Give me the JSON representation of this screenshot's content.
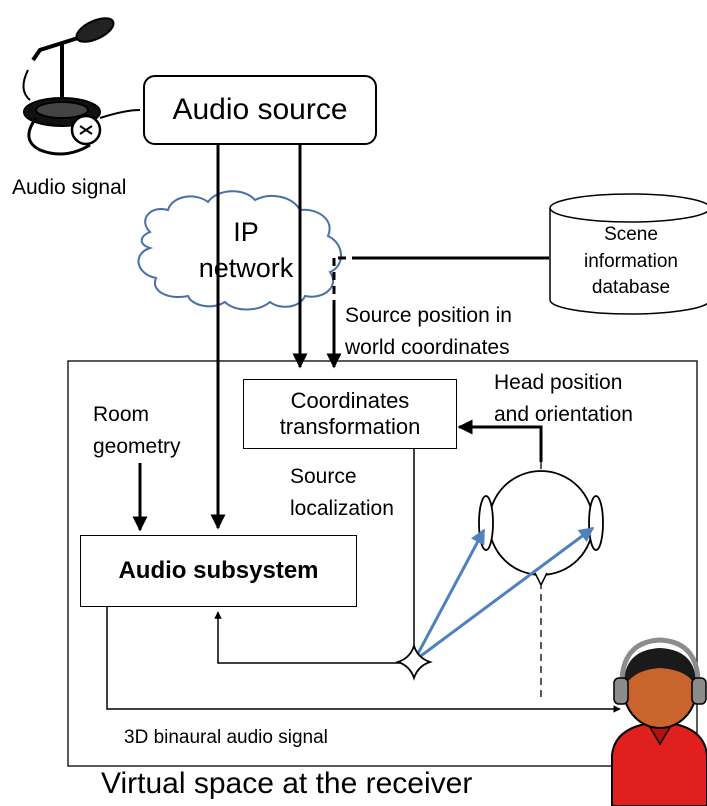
{
  "nodes": {
    "audio_signal": "Audio signal",
    "audio_source": "Audio source",
    "ip_network": [
      "IP",
      "network"
    ],
    "scene_db": [
      "Scene",
      "information",
      "database"
    ],
    "source_position": [
      "Source position in",
      "world coordinates"
    ],
    "head_position": [
      "Head position",
      "and orientation"
    ],
    "room_geometry": [
      "Room",
      "geometry"
    ],
    "coordinates_transformation": [
      "Coordinates",
      "transformation"
    ],
    "source_localization": [
      "Source",
      "localization"
    ],
    "audio_subsystem": "Audio subsystem",
    "binaural_signal": "3D binaural audio signal",
    "virtual_space": "Virtual space at the receiver"
  },
  "icons": {
    "microphone": "microphone-icon",
    "listener": "listener-with-headphones-icon",
    "head": "head-top-view-icon"
  },
  "colors": {
    "line": "#000000",
    "cloud_stroke": "#4a6fa5",
    "sound_ray": "#4f81bd",
    "listener_shirt": "#e0201c",
    "listener_skin": "#c8642c",
    "headphone": "#8c8c8c"
  }
}
